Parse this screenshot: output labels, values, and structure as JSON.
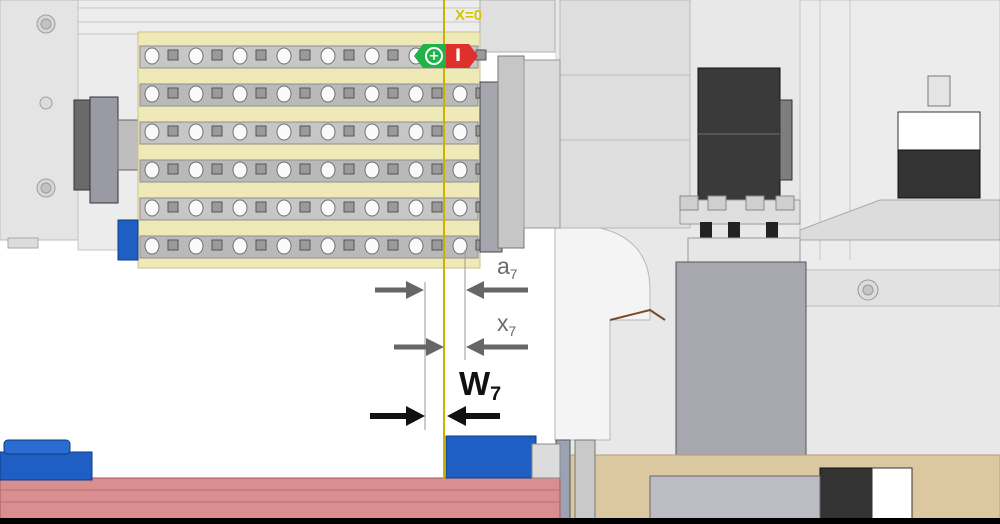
{
  "labels": {
    "zero_line": "X=0",
    "a_label": "a",
    "a_sub": "7",
    "x_label": "x",
    "x_sub": "7",
    "w_label": "W",
    "w_sub": "7"
  },
  "controls": {
    "plus_label": "+",
    "minus_label": "I"
  },
  "colors": {
    "zero_line": "#c8b400",
    "arrow_gray": "#666666",
    "arrow_black": "#111111",
    "plus_button": "#21b34a",
    "minus_button": "#e0302b",
    "chain": "#efe9b8",
    "blue_block": "#1f5fc4",
    "red_table": "#d98f90",
    "tan_base": "#dcc8a0"
  }
}
